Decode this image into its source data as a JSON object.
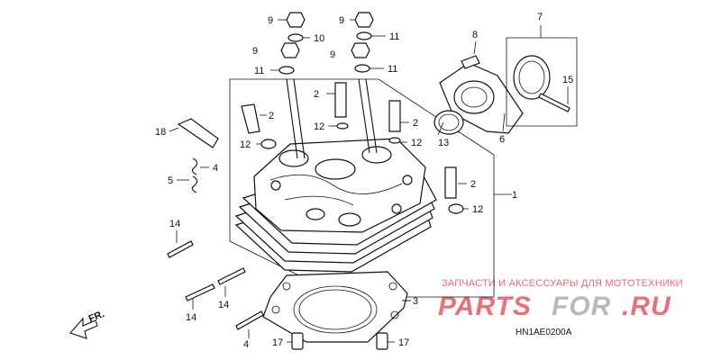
{
  "callouts": {
    "c1": "1",
    "c2a": "2",
    "c2b": "2",
    "c2c": "2",
    "c2d": "2",
    "c3": "3",
    "c4a": "4",
    "c4b": "4",
    "c5": "5",
    "c6": "6",
    "c7": "7",
    "c8": "8",
    "c9a": "9",
    "c9b": "9",
    "c9c": "9",
    "c9d": "9",
    "c10": "10",
    "c11a": "11",
    "c11b": "11",
    "c11c": "11",
    "c12a": "12",
    "c12b": "12",
    "c12c": "12",
    "c12d": "12",
    "c13": "13",
    "c14a": "14",
    "c14b": "14",
    "c14c": "14",
    "c15": "15",
    "c17a": "17",
    "c17b": "17",
    "c18": "18"
  },
  "front_marker": "FR.",
  "diagram_code": "HN1AE0200A",
  "watermark": {
    "subtitle": "ЗАПЧАСТИ И АКСЕССУАРЫ ДЛЯ МОТОТЕХНИКИ",
    "brand_part1": "PARTS",
    "brand_part2": "FOR",
    "brand_part3": ".RU",
    "color_red": "#e8707a",
    "color_gray": "#b9b9b9"
  }
}
